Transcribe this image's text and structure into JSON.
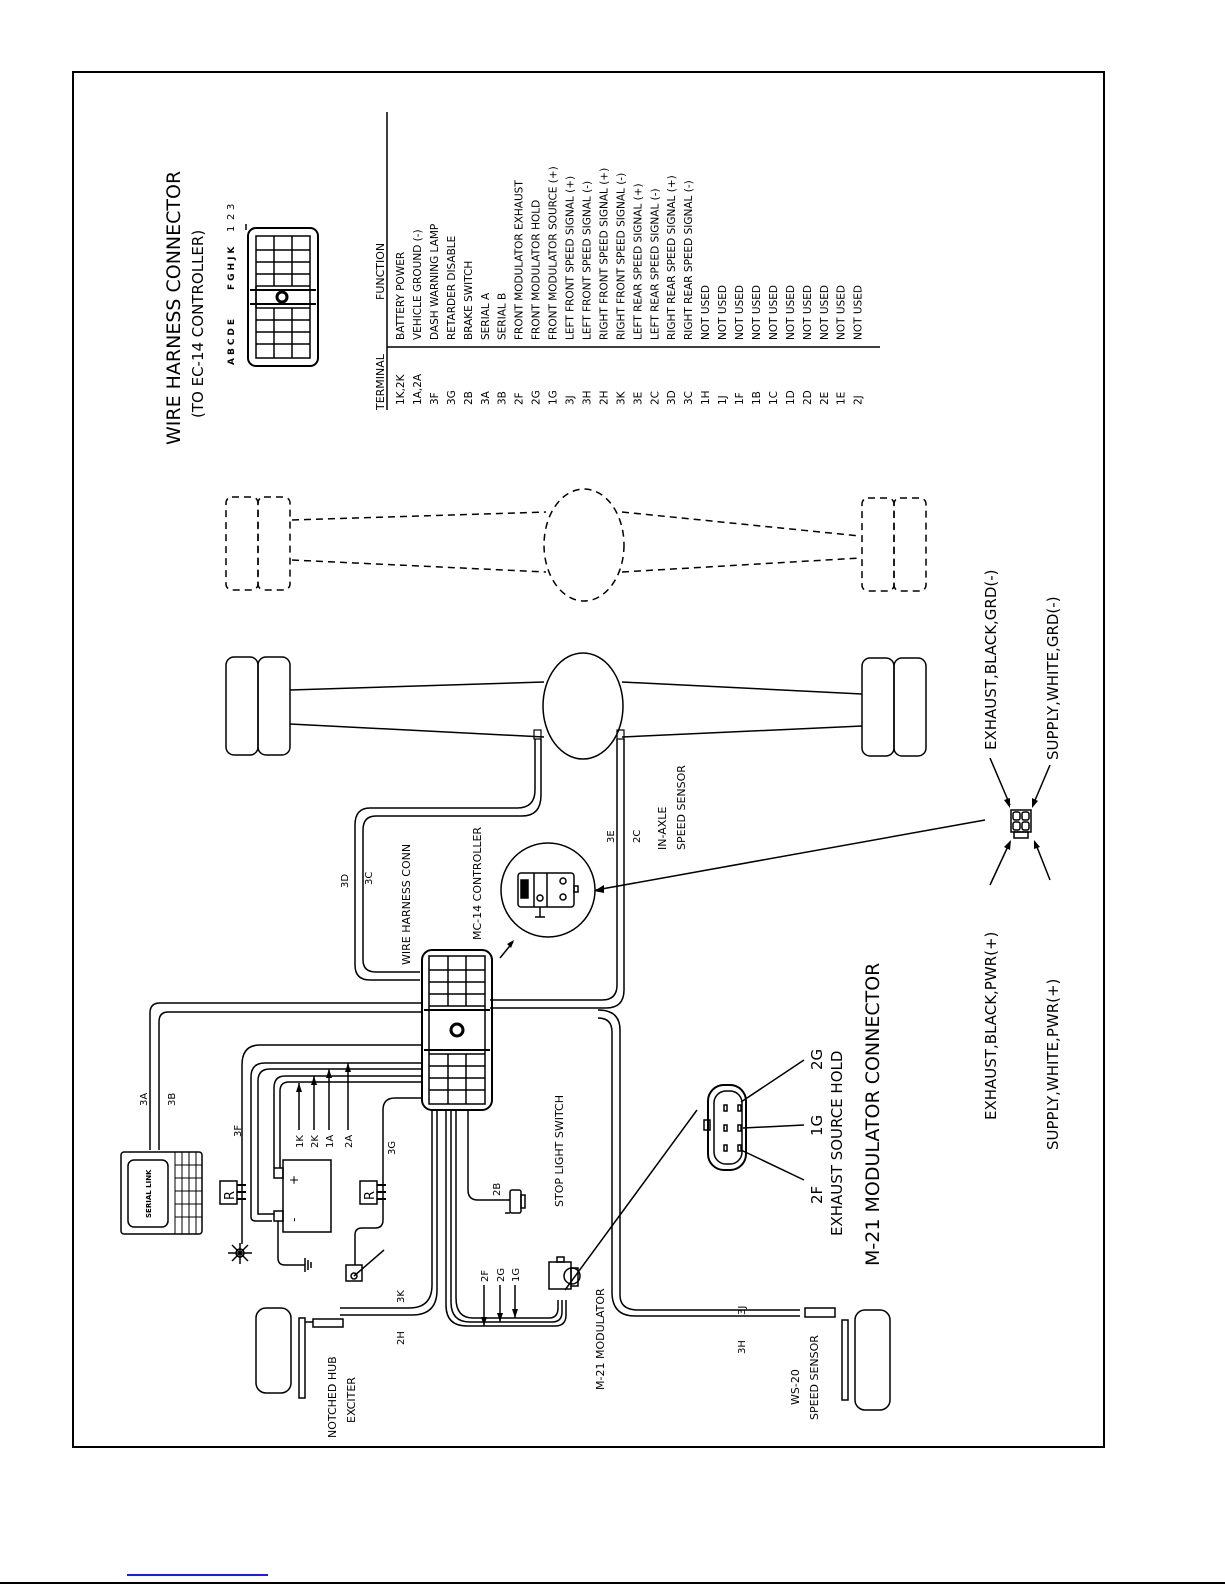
{
  "title": {
    "main": "WIRE HARNESS CONNECTOR",
    "sub": "(TO EC-14 CONTROLLER)"
  },
  "connector_labels": {
    "rows_left": "ABCDE",
    "rows_right": "FGHJK",
    "cols": [
      "3",
      "2",
      "1"
    ]
  },
  "table": {
    "headers": {
      "terminal": "TERMINAL",
      "function": "FUNCTION"
    },
    "rows": [
      {
        "terminal": "1K,2K",
        "function": "BATTERY POWER"
      },
      {
        "terminal": "1A,2A",
        "function": "VEHICLE GROUND (-)"
      },
      {
        "terminal": "3F",
        "function": "DASH WARNING LAMP"
      },
      {
        "terminal": "3G",
        "function": "RETARDER DISABLE"
      },
      {
        "terminal": "2B",
        "function": "BRAKE SWITCH"
      },
      {
        "terminal": "3A",
        "function": "SERIAL A"
      },
      {
        "terminal": "3B",
        "function": "SERIAL B"
      },
      {
        "terminal": "2F",
        "function": "FRONT MODULATOR EXHAUST"
      },
      {
        "terminal": "2G",
        "function": "FRONT MODULATOR HOLD"
      },
      {
        "terminal": "1G",
        "function": "FRONT MODULATOR SOURCE (+)"
      },
      {
        "terminal": "3J",
        "function": "LEFT FRONT SPEED SIGNAL (+)"
      },
      {
        "terminal": "3H",
        "function": "LEFT FRONT SPEED SIGNAL (-)"
      },
      {
        "terminal": "2H",
        "function": "RIGHT FRONT SPEED SIGNAL (+)"
      },
      {
        "terminal": "3K",
        "function": "RIGHT FRONT SPEED SIGNAL (-)"
      },
      {
        "terminal": "3E",
        "function": "LEFT REAR SPEED SIGNAL (+)"
      },
      {
        "terminal": "2C",
        "function": "LEFT REAR SPEED SIGNAL (-)"
      },
      {
        "terminal": "3D",
        "function": "RIGHT REAR SPEED SIGNAL (+)"
      },
      {
        "terminal": "3C",
        "function": "RIGHT REAR SPEED SIGNAL (-)"
      },
      {
        "terminal": "1H",
        "function": "NOT USED"
      },
      {
        "terminal": "1J",
        "function": "NOT USED"
      },
      {
        "terminal": "1F",
        "function": "NOT USED"
      },
      {
        "terminal": "1B",
        "function": "NOT USED"
      },
      {
        "terminal": "1C",
        "function": "NOT USED"
      },
      {
        "terminal": "1D",
        "function": "NOT USED"
      },
      {
        "terminal": "2D",
        "function": "NOT USED"
      },
      {
        "terminal": "2E",
        "function": "NOT USED"
      },
      {
        "terminal": "1E",
        "function": "NOT USED"
      },
      {
        "terminal": "2J",
        "function": "NOT USED"
      }
    ]
  },
  "components": {
    "mc14": "MC-14 CONTROLLER",
    "wire_harness_conn": "WIRE HARNESS CONN",
    "in_axle_1": "IN-AXLE",
    "in_axle_2": "SPEED SENSOR",
    "serial_link": "SERIAL LINK",
    "stop_light_switch": "STOP LIGHT SWITCH",
    "m21_modulator": "M-21 MODULATOR",
    "notched_hub_1": "NOTCHED HUB",
    "notched_hub_2": "EXCITER",
    "ws20_1": "WS-20",
    "ws20_2": "SPEED SENSOR",
    "relay": "R",
    "battery_plus": "+",
    "battery_minus": "-"
  },
  "wire_labels": {
    "3D": "3D",
    "3C": "3C",
    "3E": "3E",
    "2C": "2C",
    "3A": "3A",
    "3B": "3B",
    "3F": "3F",
    "3G": "3G",
    "1K": "1K",
    "2K": "2K",
    "1A": "1A",
    "2A": "2A",
    "2B": "2B",
    "3K": "3K",
    "2H": "2H",
    "2F": "2F",
    "2G": "2G",
    "1G": "1G",
    "3H": "3H",
    "3J": "3J"
  },
  "modulator_connector": {
    "title": "M-21 MODULATOR CONNECTOR",
    "subtitle": "EXHAUST SOURCE HOLD",
    "pin_2F": "2F",
    "pin_1G": "1G",
    "pin_2G": "2G"
  },
  "power_connector": {
    "exhaust_grd": "EXHAUST,BLACK,GRD(-)",
    "supply_grd": "SUPPLY,WHITE,GRD(-)",
    "exhaust_pwr": "EXHAUST,BLACK,PWR(+)",
    "supply_pwr": "SUPPLY,WHITE,PWR(+)"
  }
}
